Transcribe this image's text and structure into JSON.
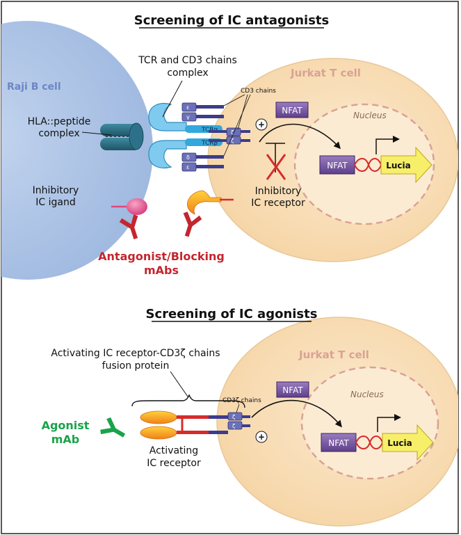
{
  "top": {
    "title": "Screening of IC antagonists",
    "raji_label": "Raji B cell",
    "jurkat_label": "Jurkat T cell",
    "nucleus_label": "Nucleus",
    "tcr_complex": [
      "TCR and CD3 chains",
      "complex"
    ],
    "cd3_chains": "CD3 chains",
    "hla_complex": [
      "HLA::peptide",
      "complex"
    ],
    "tcr_alpha": "TCRα",
    "tcr_beta": "TCRβ",
    "chain_epsilon": "ε",
    "chain_gamma": "γ",
    "chain_delta": "δ",
    "chain_zeta": "ζ",
    "plus": "+",
    "nfat_cytoplasm": "NFAT",
    "nfat_nucleus": "NFAT",
    "lucia": "Lucia",
    "inhibitory_ligand": [
      "Inhibitory",
      "IC igand"
    ],
    "inhibitory_receptor": [
      "Inhibitory",
      "IC receptor"
    ],
    "antibody_label": [
      "Antagonist/Blocking",
      "mAbs"
    ]
  },
  "bottom": {
    "title": "Screening of IC agonists",
    "jurkat_label": "Jurkat T cell",
    "nucleus_label": "Nucleus",
    "fusion_label": [
      "Activating IC receptor-CD3ζ chains",
      "fusion protein"
    ],
    "cd3z_chains": "CD3ζ chains",
    "chain_zeta": "ζ",
    "plus": "+",
    "nfat_cytoplasm": "NFAT",
    "nfat_nucleus": "NFAT",
    "lucia": "Lucia",
    "agonist_label": [
      "Agonist",
      "mAb"
    ],
    "activating_receptor": [
      "Activating",
      "IC receptor"
    ]
  },
  "colors": {
    "raji": "#a9c2e4",
    "jurkat": "#f7dcb4",
    "jurkat_edge": "#e8c898",
    "nucleus_edge": "#d9a294",
    "cell_label": "#d9a294",
    "raji_label": "#6d86c4",
    "antibody": "#c4262e",
    "agonist": "#1aa34a",
    "nfat": "#7d5aa3",
    "lucia": "#f7ef6a",
    "tcr": "#34a8dc",
    "hla": "#2b6f85",
    "cd3": "#3c3c8c",
    "receptor_orange": "#f08a1c",
    "ligand_pink": "#e0467e"
  }
}
